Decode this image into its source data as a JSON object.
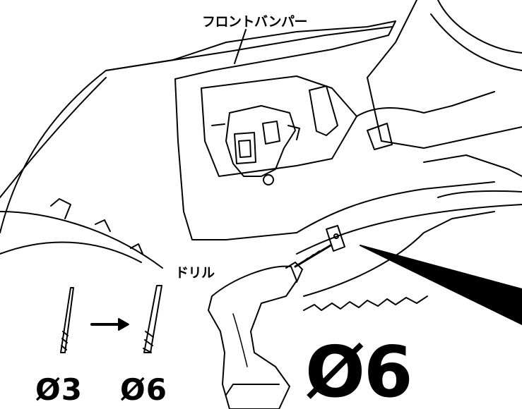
{
  "labels": {
    "front_bumper": "フロントバンパー",
    "drill": "ドリル",
    "bit_small": "Ø3",
    "bit_large": "Ø6",
    "hole_size": "Ø6"
  },
  "colors": {
    "line": "#000000",
    "background": "#ffffff"
  }
}
